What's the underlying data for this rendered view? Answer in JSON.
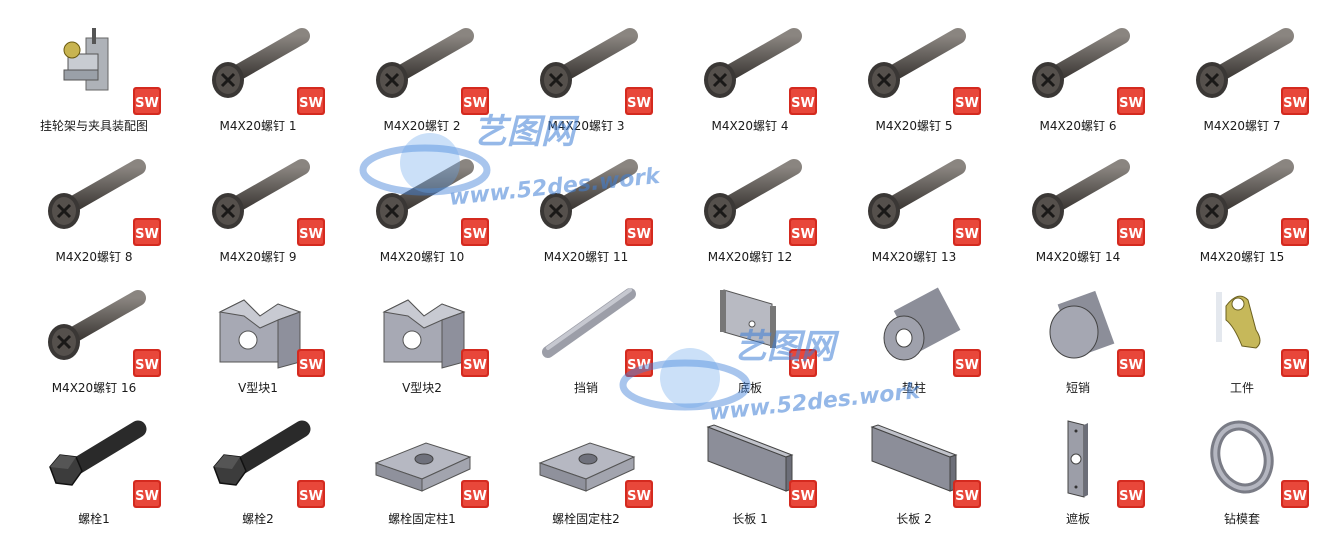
{
  "files": [
    {
      "label": "挂轮架与夹具装配图",
      "icon": "assembly-icon"
    },
    {
      "label": "M4X20螺钉 1",
      "icon": "screw-icon"
    },
    {
      "label": "M4X20螺钉 2",
      "icon": "screw-icon"
    },
    {
      "label": "M4X20螺钉 3",
      "icon": "screw-icon"
    },
    {
      "label": "M4X20螺钉 4",
      "icon": "screw-icon"
    },
    {
      "label": "M4X20螺钉 5",
      "icon": "screw-icon"
    },
    {
      "label": "M4X20螺钉 6",
      "icon": "screw-icon"
    },
    {
      "label": "M4X20螺钉 7",
      "icon": "screw-icon"
    },
    {
      "label": "M4X20螺钉 8",
      "icon": "screw-icon"
    },
    {
      "label": "M4X20螺钉 9",
      "icon": "screw-icon"
    },
    {
      "label": "M4X20螺钉 10",
      "icon": "screw-icon"
    },
    {
      "label": "M4X20螺钉 11",
      "icon": "screw-icon"
    },
    {
      "label": "M4X20螺钉 12",
      "icon": "screw-icon"
    },
    {
      "label": "M4X20螺钉 13",
      "icon": "screw-icon"
    },
    {
      "label": "M4X20螺钉 14",
      "icon": "screw-icon"
    },
    {
      "label": "M4X20螺钉 15",
      "icon": "screw-icon"
    },
    {
      "label": "M4X20螺钉 16",
      "icon": "screw-icon"
    },
    {
      "label": "V型块1",
      "icon": "v-block-icon"
    },
    {
      "label": "V型块2",
      "icon": "v-block-icon"
    },
    {
      "label": "挡销",
      "icon": "pin-icon"
    },
    {
      "label": "底板",
      "icon": "base-plate-icon"
    },
    {
      "label": "垫柱",
      "icon": "spacer-cylinder-icon"
    },
    {
      "label": "短销",
      "icon": "short-pin-icon"
    },
    {
      "label": "工件",
      "icon": "workpiece-icon"
    },
    {
      "label": "螺栓1",
      "icon": "bolt-icon"
    },
    {
      "label": "螺栓2",
      "icon": "bolt-icon"
    },
    {
      "label": "螺栓固定柱1",
      "icon": "bolt-post-icon"
    },
    {
      "label": "螺栓固定柱2",
      "icon": "bolt-post-icon"
    },
    {
      "label": "长板 1",
      "icon": "long-plate-icon"
    },
    {
      "label": "长板 2",
      "icon": "long-plate-icon"
    },
    {
      "label": "遮板",
      "icon": "cover-plate-icon"
    },
    {
      "label": "钻模套",
      "icon": "drill-bushing-icon"
    }
  ],
  "badge": {
    "text": "SW",
    "color": "#d42a1f"
  },
  "watermark": {
    "title": "艺图网",
    "url": "www.52des.work",
    "color": "#3f7fd6"
  }
}
